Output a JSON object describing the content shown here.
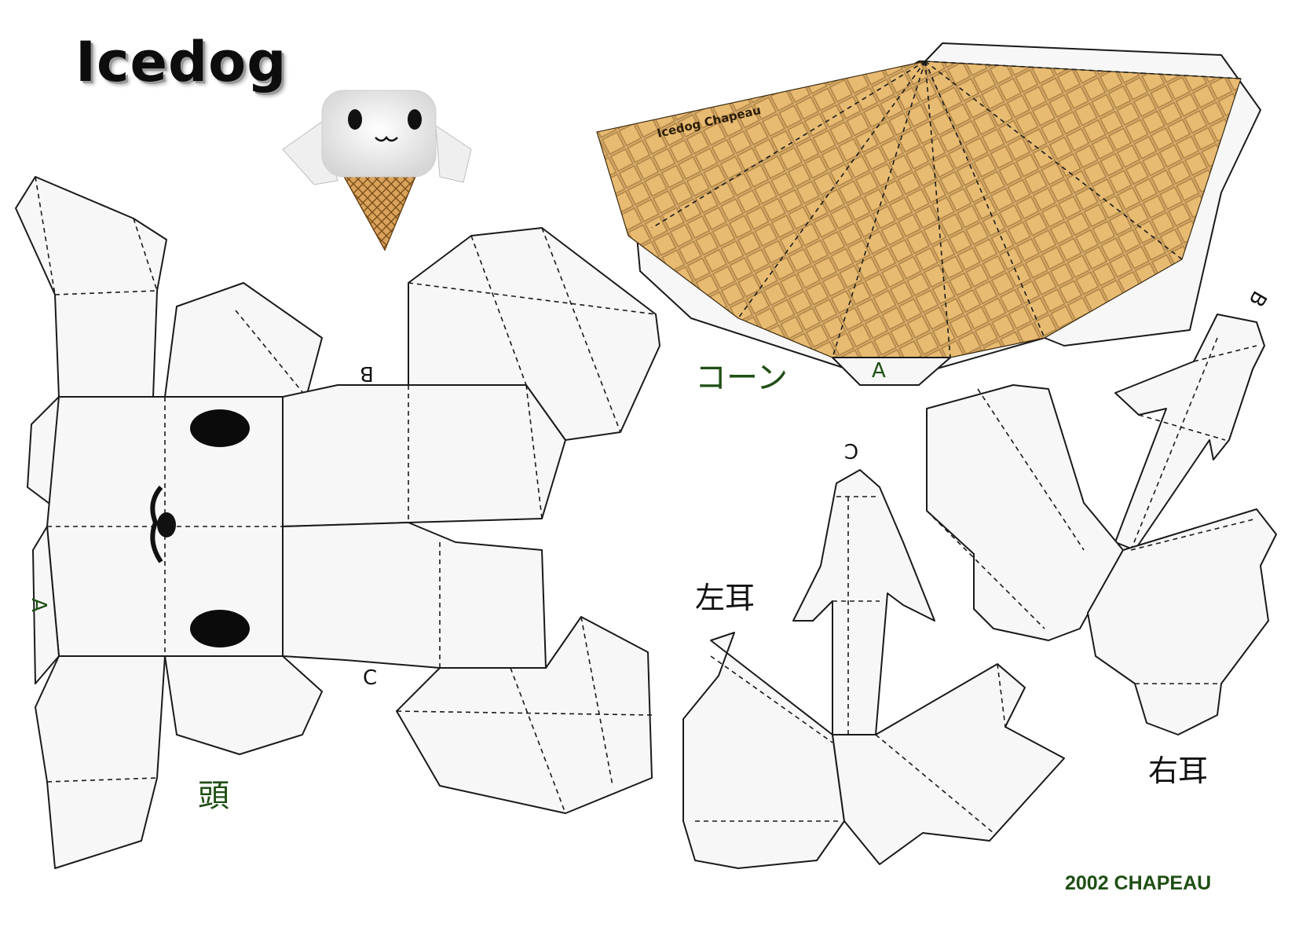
{
  "title": "Icedog",
  "labels": {
    "head": "頭",
    "left_ear": "左耳",
    "right_ear": "右耳",
    "cone": "コーン",
    "cone_caption": "Icedog Chapeau",
    "tab_a": "A",
    "tab_b": "B",
    "tab_c": "C"
  },
  "copyright": "2002 CHAPEAU",
  "colors": {
    "cone_fill": "#e6b870",
    "cone_line": "#8a5e22",
    "label_green": "#1f4f14",
    "paper": "#f7f7f7"
  }
}
